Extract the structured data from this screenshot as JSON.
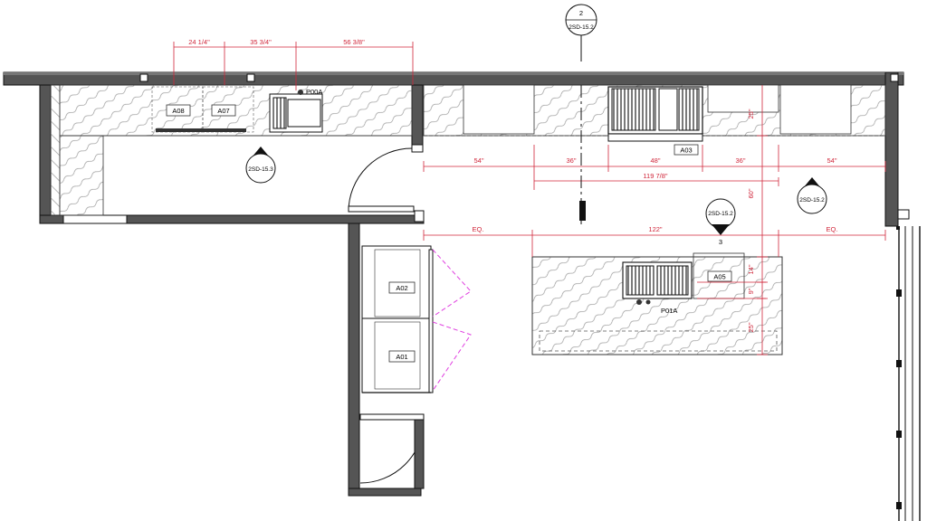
{
  "colors": {
    "wall": "#555555",
    "wall_edge": "#111111",
    "dimension": "#d0263a",
    "door_swing": "#e040e0"
  },
  "dimensions": {
    "top_1": "24 1/4\"",
    "top_2": "35 3/4\"",
    "top_3": "56 3/8\"",
    "run_1": "54\"",
    "run_2": "36\"",
    "run_3": "48\"",
    "run_4": "36\"",
    "run_5": "54\"",
    "overall": "119 7/8\"",
    "eq_left": "EQ.",
    "island": "122\"",
    "eq_right": "EQ.",
    "vert_25_top": "25\"",
    "vert_60": "60\"",
    "vert_14": "14\"",
    "vert_9": "9\"",
    "vert_25_bot": "25\""
  },
  "equipment": {
    "a08": "A08",
    "a07": "A07",
    "p00a": "P00A",
    "a03": "A03",
    "a05": "A05",
    "p01a": "P01A",
    "a02": "A02",
    "a01": "A01"
  },
  "sections": {
    "top_bubble_num": "2",
    "top_bubble_ref": "2SD-15.2",
    "left_marker": "2SD-15.3",
    "island_marker": "2SD-15.2",
    "island_marker_num": "3",
    "right_marker": "2SD-15.2"
  }
}
